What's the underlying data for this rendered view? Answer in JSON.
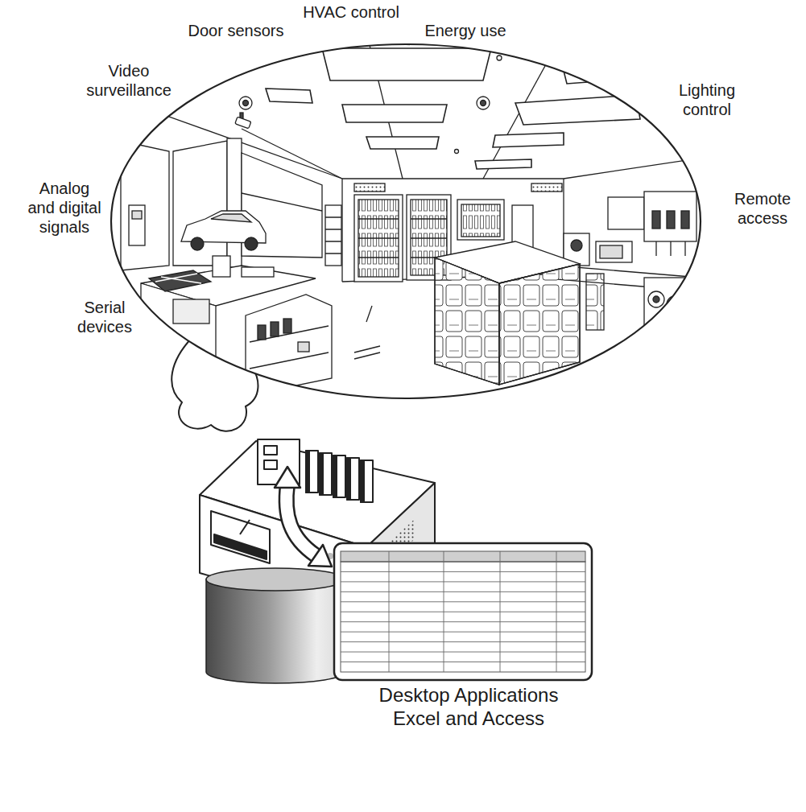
{
  "diagram": {
    "nodes": [
      {
        "text": [
          "Desktop Applications Excel and Access"
        ]
      }
    ],
    "labels": [
      "HVAC control",
      "Door sensors",
      "Energy use",
      "Video surveillance",
      "Lighting control",
      "Analog and digital signals",
      "Remote access",
      "Serial devices"
    ]
  }
}
